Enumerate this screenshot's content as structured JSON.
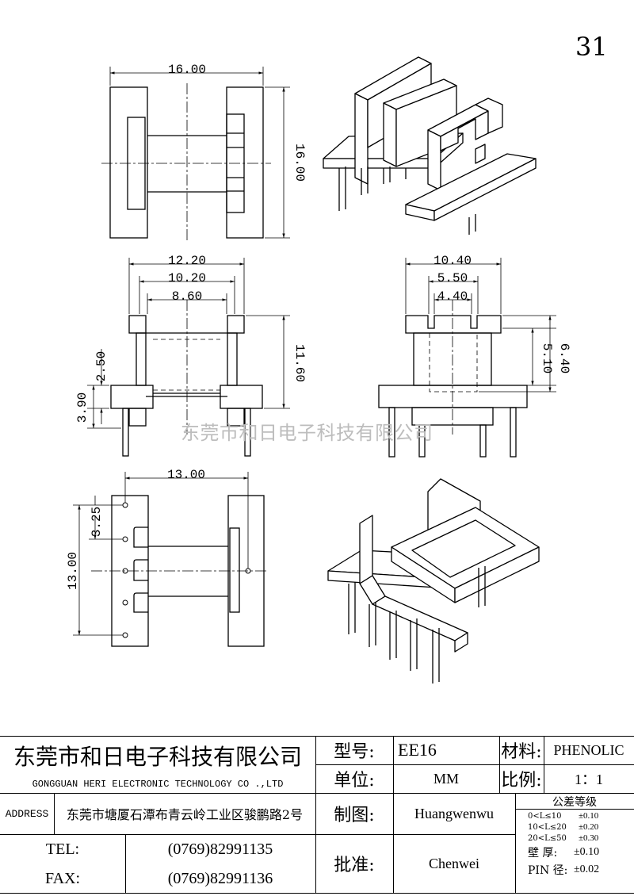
{
  "page": {
    "number": "31",
    "watermark": "东莞市和日电子科技有限公司"
  },
  "dimensions": {
    "top_view_width": "16.00",
    "top_view_height": "16.00",
    "front_outer_width": "12.20",
    "front_mid_width": "10.20",
    "front_inner_width": "8.60",
    "front_height": "11.60",
    "front_flange": "2.50",
    "front_base": "3.90",
    "side_width": "10.40",
    "side_mid": "5.50",
    "side_slot": "4.40",
    "side_h1": "5.10",
    "side_h2": "6.40",
    "bottom_width": "13.00",
    "bottom_pitch": "3.25",
    "bottom_height": "13.00"
  },
  "title_block": {
    "company_cn": "东莞市和日电子科技有限公司",
    "company_en": "GONGGUAN HERI ELECTRONIC TECHNOLOGY CO .,LTD",
    "address_label": "ADDRESS",
    "address": "东莞市塘厦石潭布青云岭工业区骏鹏路2号",
    "tel_label": "TEL:",
    "tel": "(0769)82991135",
    "fax_label": "FAX:",
    "fax": "(0769)82991136",
    "model_label": "型号:",
    "model": "EE16",
    "material_label": "材料:",
    "material": "PHENOLIC",
    "unit_label": "单位:",
    "unit": "MM",
    "scale_label": "比例:",
    "scale": "1：1",
    "drawn_label": "制图:",
    "drawn": "Huangwenwu",
    "approved_label": "批准:",
    "approved": "Chenwei",
    "tolerance_title": "公差等级",
    "tolerances": [
      {
        "range": "0<L≤10",
        "value": "±0.10"
      },
      {
        "range": "10<L≤20",
        "value": "±0.20"
      },
      {
        "range": "20<L≤50",
        "value": "±0.30"
      },
      {
        "range": "壁  厚:",
        "value": "±0.10"
      },
      {
        "range": "PIN 径:",
        "value": "±0.02"
      }
    ]
  }
}
